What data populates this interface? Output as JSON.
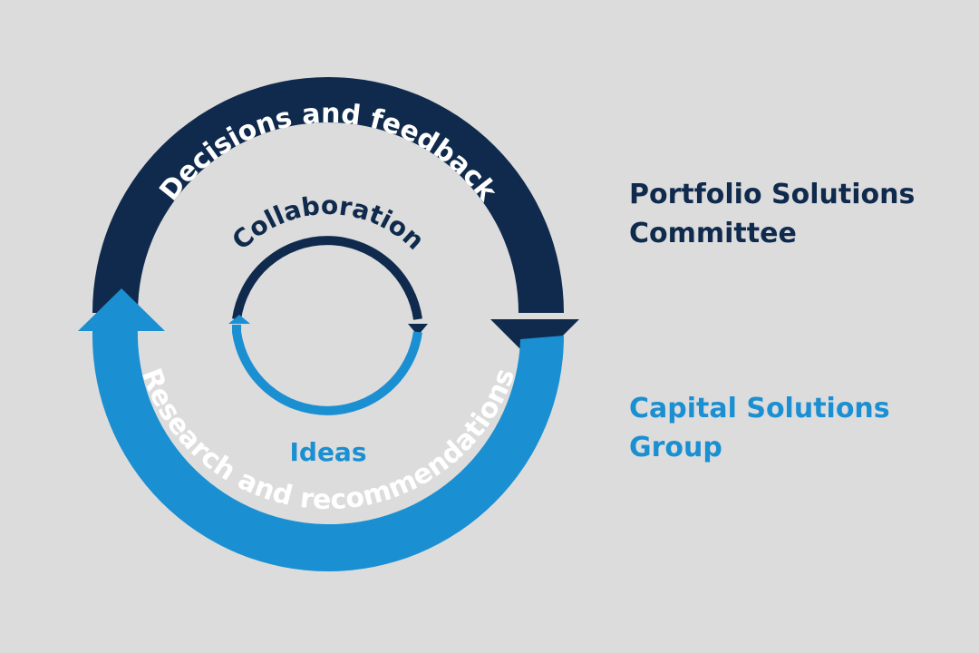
{
  "colors": {
    "background": "#dcdcdc",
    "navy": "#0f2a4c",
    "blue": "#1a8fd2",
    "ring_text": "#ffffff"
  },
  "outer_cycle": {
    "top_arc_label": "Decisions and feedback",
    "bottom_arc_label": "Research and recommendations"
  },
  "inner_cycle": {
    "top_label": "Collaboration",
    "bottom_label": "Ideas"
  },
  "groups": {
    "committee": {
      "line1": "Portfolio Solutions",
      "line2": "Committee"
    },
    "solutions_group": {
      "line1": "Capital Solutions",
      "line2": "Group"
    }
  }
}
